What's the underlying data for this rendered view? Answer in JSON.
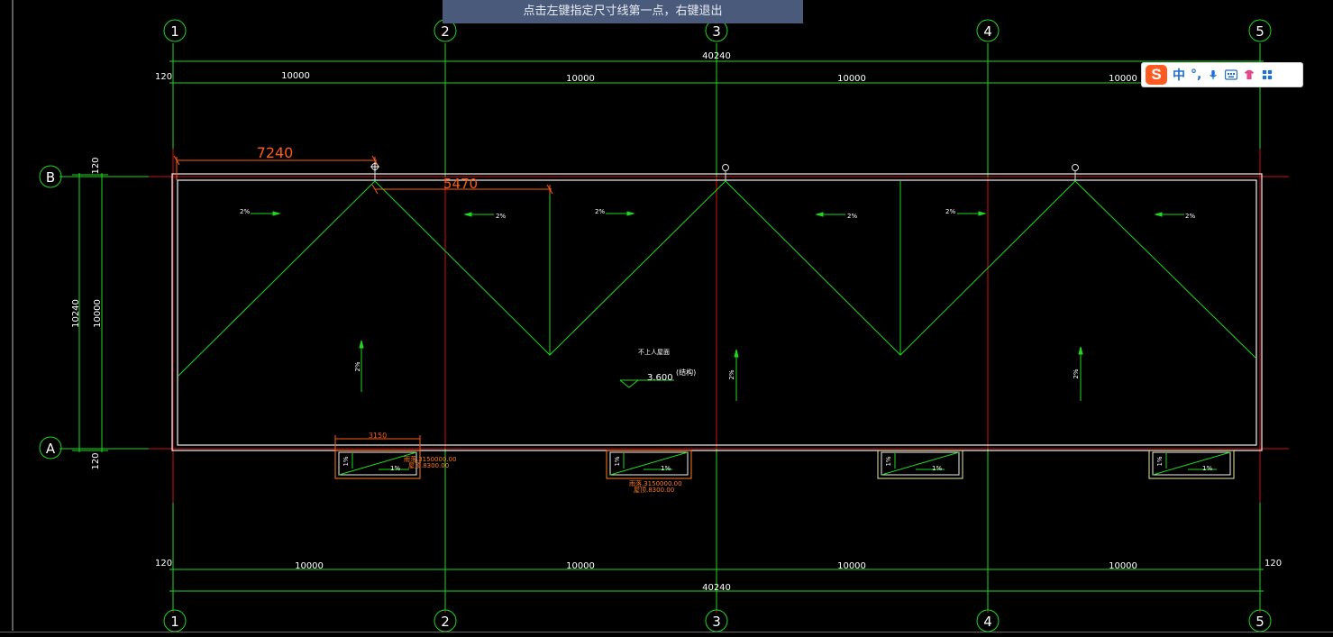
{
  "hint_bar": {
    "text": "点击左键指定尺寸线第一点，右键退出"
  },
  "ime_toolbar": {
    "logo": "S",
    "mode": "中",
    "punct": "°,",
    "icons": [
      "microphone-icon",
      "keyboard-icon",
      "skin-icon",
      "grid-icon"
    ]
  },
  "grid_axes": {
    "vertical": [
      "1",
      "2",
      "3",
      "4",
      "5"
    ],
    "horizontal": [
      "B",
      "A"
    ]
  },
  "dimensions": {
    "top_total": "40240",
    "top_offset_left": "120",
    "top_spans": [
      "10000",
      "10000",
      "10000",
      "10000"
    ],
    "bottom_total": "40240",
    "bottom_offset_left": "120",
    "bottom_offset_right": "120",
    "bottom_spans": [
      "10000",
      "10000",
      "10000",
      "10000"
    ],
    "left_total": "10240",
    "left_span": "10000",
    "left_offset_top": "120",
    "left_offset_bottom": "120",
    "active_dim_1": "7240",
    "active_dim_2": "5470",
    "gutter_dim": "3150"
  },
  "annotations": {
    "slope_2pct": "2%",
    "slope_1pct": "1%",
    "roof_label": "不上人屋面",
    "elevation": "3.600",
    "elevation_note": "(结构)",
    "gutter_note_1a": "雨落.3150000.00",
    "gutter_note_1b": "屋顶.8300.00",
    "gutter_note_2a": "雨落.3150000.00",
    "gutter_note_2b": "屋顶.8300.00"
  }
}
